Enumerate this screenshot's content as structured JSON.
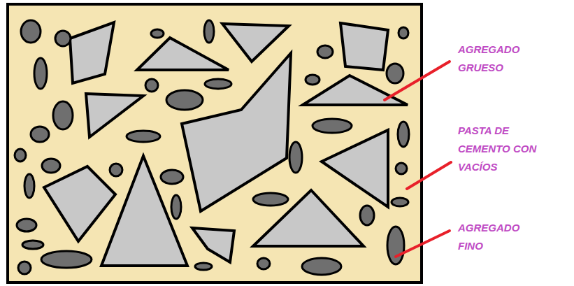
{
  "diagram": {
    "labels": [
      "AGREGADO GRUESO",
      "PASTA DE CEMENTO CON VACÍOS",
      "AGREGADO FINO"
    ]
  }
}
